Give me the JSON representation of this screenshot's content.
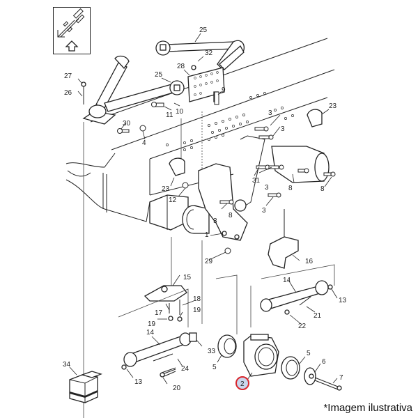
{
  "diagram": {
    "title": "Suspension bracket exploded parts diagram",
    "highlighted_part": "2",
    "highlight_colors": {
      "ring": "#d9262c",
      "fill": "#c9d6ec"
    },
    "nav_icon": "direction-arrow-up-icon",
    "caption": "*Imagem ilustrativa",
    "callouts": [
      {
        "id": "c25a",
        "label": "25"
      },
      {
        "id": "c32",
        "label": "32"
      },
      {
        "id": "c28",
        "label": "28"
      },
      {
        "id": "c25b",
        "label": "25"
      },
      {
        "id": "c27",
        "label": "27"
      },
      {
        "id": "c26",
        "label": "26"
      },
      {
        "id": "c9",
        "label": "9"
      },
      {
        "id": "c10",
        "label": "10"
      },
      {
        "id": "c11",
        "label": "11"
      },
      {
        "id": "c30",
        "label": "30"
      },
      {
        "id": "c4",
        "label": "4"
      },
      {
        "id": "c23a",
        "label": "23"
      },
      {
        "id": "c3a",
        "label": "3"
      },
      {
        "id": "c3b",
        "label": "3"
      },
      {
        "id": "c23b",
        "label": "23"
      },
      {
        "id": "c12",
        "label": "12"
      },
      {
        "id": "c31",
        "label": "31"
      },
      {
        "id": "c3c",
        "label": "3"
      },
      {
        "id": "c8a",
        "label": "8"
      },
      {
        "id": "c8b",
        "label": "8"
      },
      {
        "id": "c3d",
        "label": "3"
      },
      {
        "id": "c8c",
        "label": "8"
      },
      {
        "id": "c3e",
        "label": "3"
      },
      {
        "id": "c1",
        "label": "1"
      },
      {
        "id": "c29",
        "label": "29"
      },
      {
        "id": "c16",
        "label": "16"
      },
      {
        "id": "c15",
        "label": "15"
      },
      {
        "id": "c17",
        "label": "17"
      },
      {
        "id": "c18",
        "label": "18"
      },
      {
        "id": "c19a",
        "label": "19"
      },
      {
        "id": "c19b",
        "label": "19"
      },
      {
        "id": "c14a",
        "label": "14"
      },
      {
        "id": "c13a",
        "label": "13"
      },
      {
        "id": "c21",
        "label": "21"
      },
      {
        "id": "c22",
        "label": "22"
      },
      {
        "id": "c14b",
        "label": "14"
      },
      {
        "id": "c33",
        "label": "33"
      },
      {
        "id": "c24",
        "label": "24"
      },
      {
        "id": "c13b",
        "label": "13"
      },
      {
        "id": "c20",
        "label": "20"
      },
      {
        "id": "c5a",
        "label": "5"
      },
      {
        "id": "c5b",
        "label": "5"
      },
      {
        "id": "c6",
        "label": "6"
      },
      {
        "id": "c7",
        "label": "7"
      },
      {
        "id": "c2",
        "label": "2"
      },
      {
        "id": "c34",
        "label": "34"
      }
    ]
  }
}
